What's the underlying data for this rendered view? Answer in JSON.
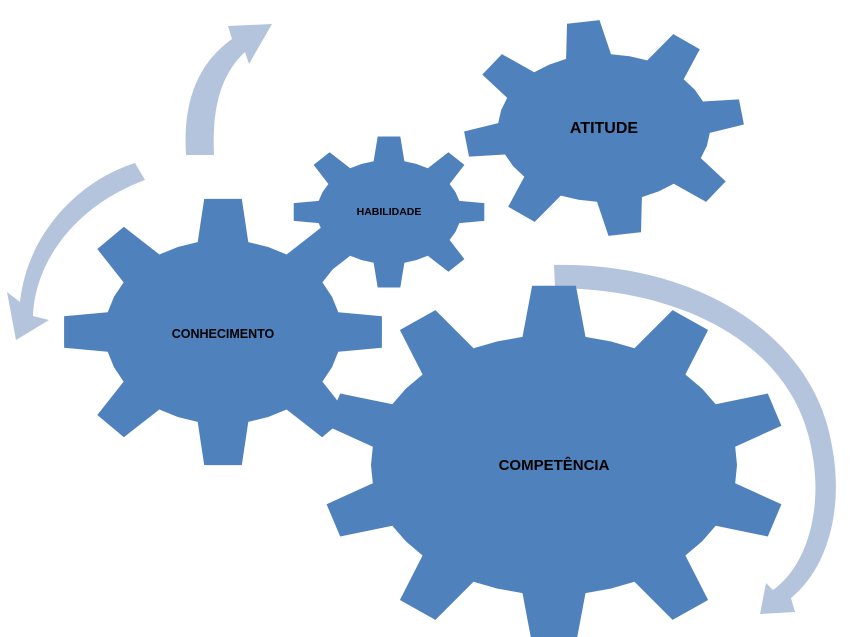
{
  "colors": {
    "gear_fill": "#4f81bd",
    "arrow_fill": "#b4c4dd",
    "label_color": "#000000",
    "background": "#ffffff"
  },
  "gears": {
    "conhecimento": {
      "label": "CONHECIMENTO"
    },
    "habilidade": {
      "label": "HABILIDADE"
    },
    "atitude": {
      "label": "ATITUDE"
    },
    "competencia": {
      "label": "COMPETÊNCIA"
    }
  }
}
